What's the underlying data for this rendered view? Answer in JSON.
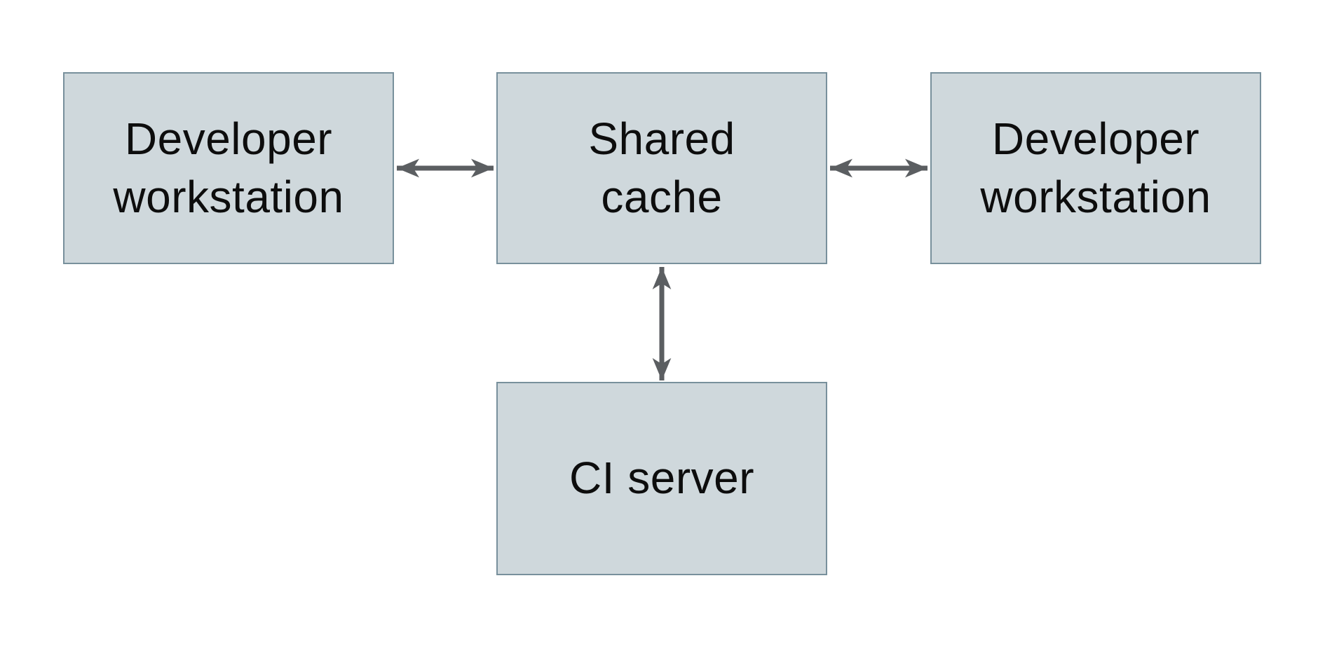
{
  "diagram": {
    "type": "architecture-diagram",
    "background_color": "#ffffff",
    "node_fill_color": "#cfd8dc",
    "node_border_color": "#78909c",
    "node_text_color": "#0d0d0d",
    "arrow_color": "#5b5e61",
    "nodes": [
      {
        "id": "developer-workstation-left",
        "label": "Developer workstation",
        "lines": [
          "Developer",
          "workstation"
        ]
      },
      {
        "id": "shared-cache",
        "label": "Shared cache",
        "lines": [
          "Shared",
          "cache"
        ]
      },
      {
        "id": "developer-workstation-right",
        "label": "Developer workstation",
        "lines": [
          "Developer",
          "workstation"
        ]
      },
      {
        "id": "ci-server",
        "label": "CI server",
        "lines": [
          "CI server"
        ]
      }
    ],
    "edges": [
      {
        "from": "developer-workstation-left",
        "to": "shared-cache",
        "direction": "bidirectional"
      },
      {
        "from": "developer-workstation-right",
        "to": "shared-cache",
        "direction": "bidirectional"
      },
      {
        "from": "ci-server",
        "to": "shared-cache",
        "direction": "bidirectional"
      }
    ]
  }
}
